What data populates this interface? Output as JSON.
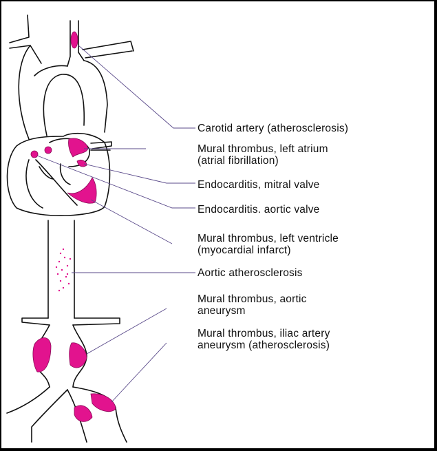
{
  "labels": [
    {
      "id": "carotid",
      "lines": [
        "Carotid artery (atherosclerosis)"
      ]
    },
    {
      "id": "left-atrium",
      "lines": [
        "Mural thrombus, left atrium",
        "(atrial fibrillation)"
      ]
    },
    {
      "id": "mitral",
      "lines": [
        "Endocarditis, mitral valve"
      ]
    },
    {
      "id": "aortic-valve",
      "lines": [
        "Endocarditis. aortic valve"
      ]
    },
    {
      "id": "left-ventricle",
      "lines": [
        "Mural thrombus, left ventricle",
        "(myocardial infarct)"
      ]
    },
    {
      "id": "aortic-athero",
      "lines": [
        "Aortic atherosclerosis"
      ]
    },
    {
      "id": "aortic-aneurysm",
      "lines": [
        "Mural thrombus, aortic",
        "aneurysm"
      ]
    },
    {
      "id": "iliac",
      "lines": [
        "Mural thrombus, iliac artery",
        "aneurysm (atherosclerosis)"
      ]
    }
  ],
  "colors": {
    "lesion": "#e2138e",
    "outline": "#111111",
    "leader": "#5a4a8a"
  }
}
